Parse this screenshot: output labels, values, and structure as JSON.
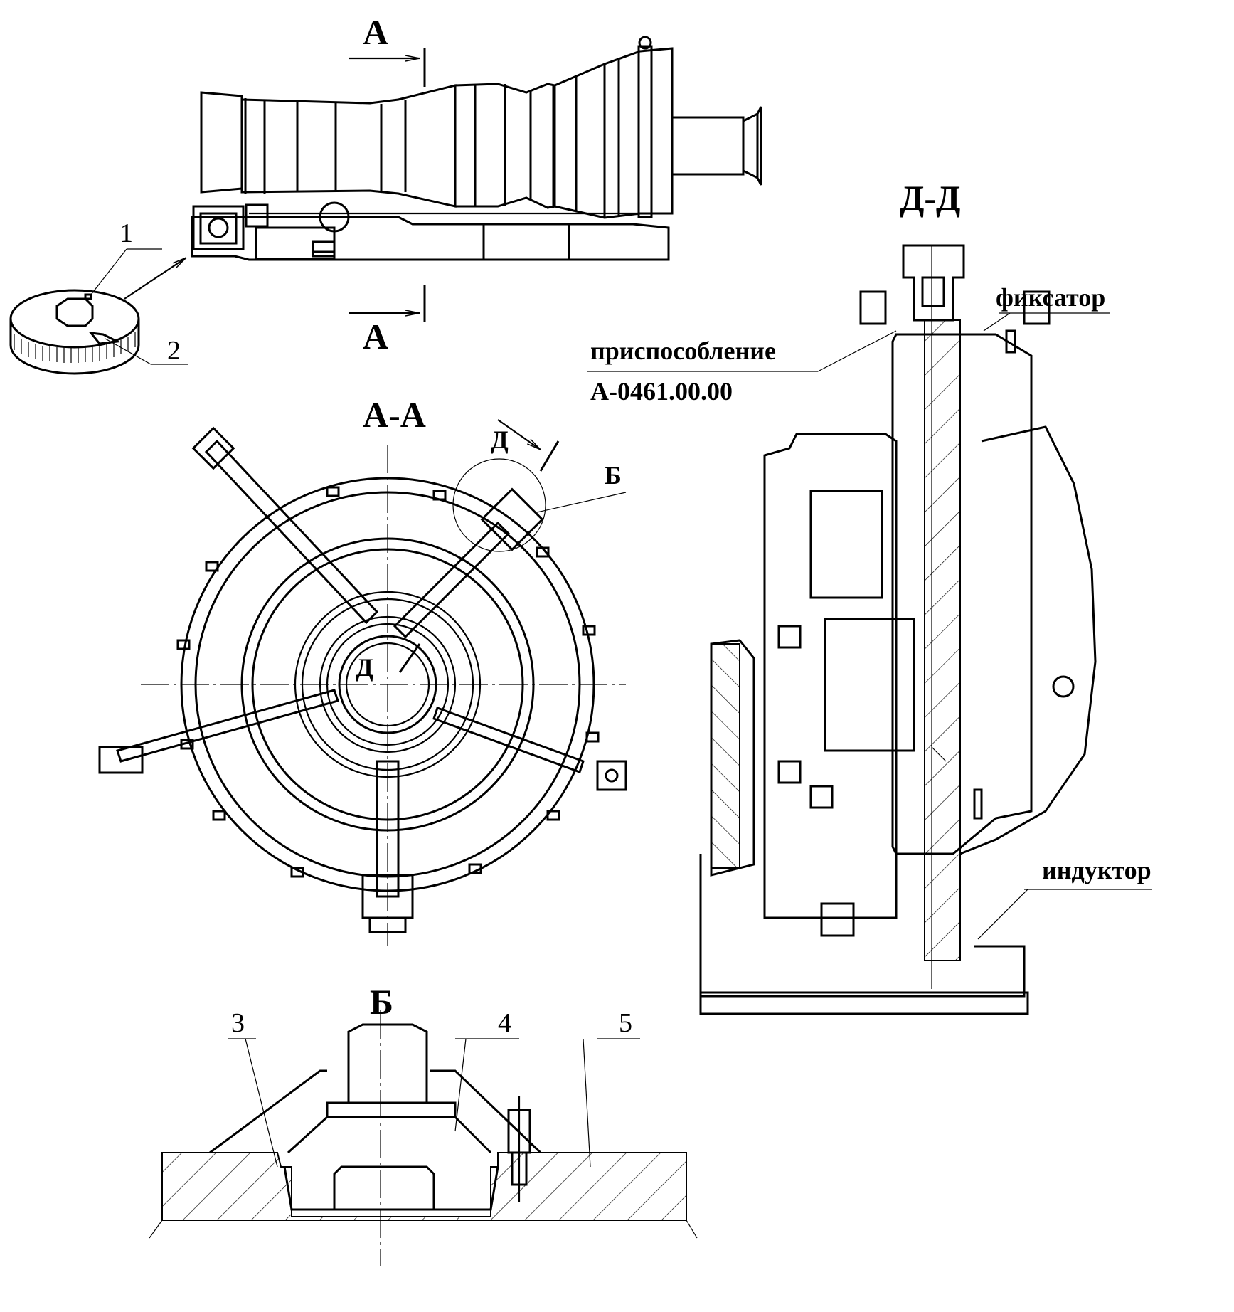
{
  "labels": {
    "section_a_top": "А",
    "section_a_bottom": "А",
    "view_a_a": "А-А",
    "section_d_d": "Д-Д",
    "cut_d_outer": "Д",
    "cut_d_inner": "Д",
    "detail_b_callout": "Б",
    "detail_b_title": "Б",
    "fixture_name": "приспособление",
    "fixture_code": "А-0461.00.00",
    "latch": "фиксатор",
    "inductor": "индуктор"
  },
  "positions": [
    "1",
    "2",
    "3",
    "4",
    "5"
  ]
}
